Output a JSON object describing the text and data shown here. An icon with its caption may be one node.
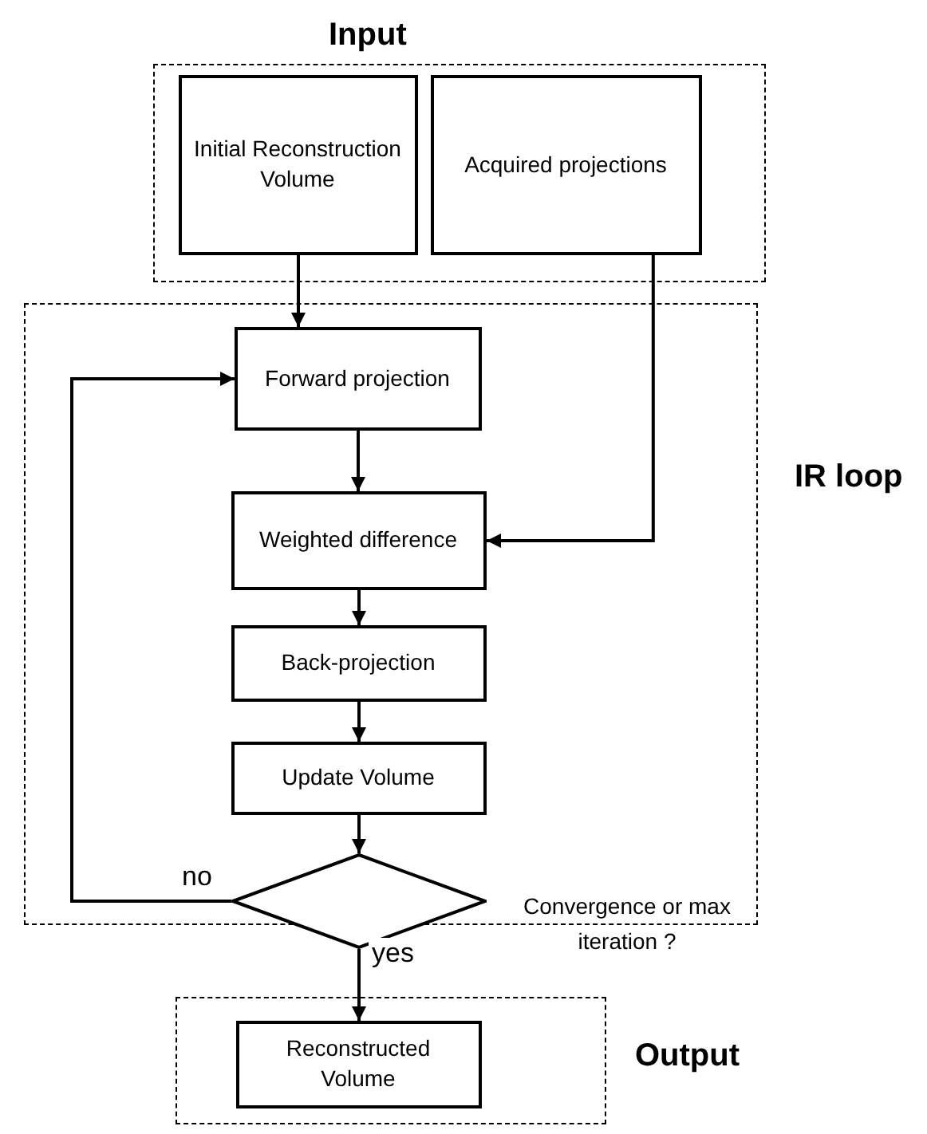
{
  "diagram": {
    "nodes": [
      {
        "text": [
          "Input"
        ]
      },
      {
        "text": [
          "Initial Reconstruction Volume"
        ],
        "in": 0
      },
      {
        "text": [
          "Acquired projections"
        ],
        "in": 0
      },
      {
        "text": [
          "IR loop"
        ]
      },
      {
        "text": [
          "Forward projection"
        ],
        "in": 3
      },
      {
        "text": [
          "Weighted difference"
        ],
        "in": 3
      },
      {
        "text": [
          "Back-projection"
        ],
        "in": 3
      },
      {
        "text": [
          "Update Volume"
        ],
        "in": 3
      },
      {
        "text": [],
        "shape": "diamond",
        "beside": [
          "Convergence or max iteration ?"
        ]
      },
      {
        "text": [
          "Output"
        ]
      },
      {
        "text": [
          "Reconstructed Volume"
        ],
        "in": 9
      }
    ],
    "edges": [
      {
        "from": 1,
        "to": 4,
        "arrow": "to"
      },
      {
        "from": 2,
        "to": 5,
        "arrow": "to"
      },
      {
        "from": 4,
        "to": 5,
        "arrow": "to"
      },
      {
        "from": 5,
        "to": 6,
        "arrow": "to"
      },
      {
        "from": 6,
        "to": 7,
        "arrow": "to"
      },
      {
        "from": 7,
        "to": 8,
        "arrow": "to"
      },
      {
        "from": 8,
        "to": 4,
        "label": "no",
        "arrow": "to"
      },
      {
        "from": 8,
        "to": 10,
        "label": "yes",
        "arrow": "to"
      }
    ]
  }
}
